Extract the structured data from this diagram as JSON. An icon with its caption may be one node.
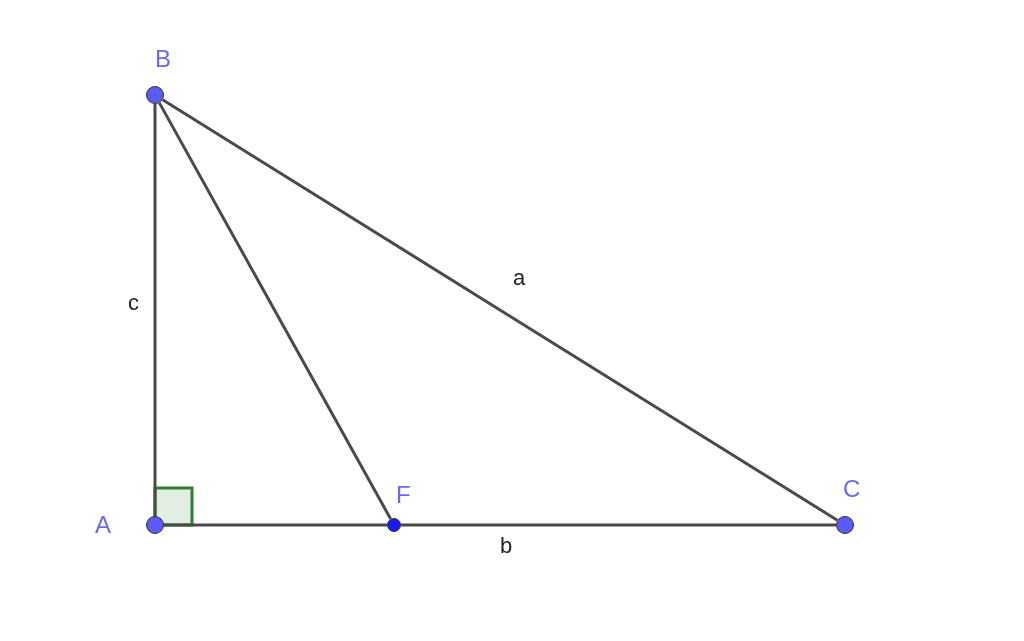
{
  "diagram": {
    "nodes": [
      {
        "text": [
          "B"
        ]
      },
      {
        "text": [
          "A"
        ]
      },
      {
        "text": [
          "F"
        ]
      },
      {
        "text": [
          "C"
        ]
      }
    ],
    "edges": [
      {
        "from": 1,
        "to": 0,
        "arrow": "none",
        "label": "c"
      },
      {
        "from": 0,
        "to": 3,
        "arrow": "none",
        "label": "a"
      },
      {
        "from": 1,
        "to": 2,
        "arrow": "none"
      },
      {
        "from": 2,
        "to": 3,
        "arrow": "none",
        "label": "b"
      },
      {
        "from": 0,
        "to": 2,
        "arrow": "none"
      }
    ]
  }
}
